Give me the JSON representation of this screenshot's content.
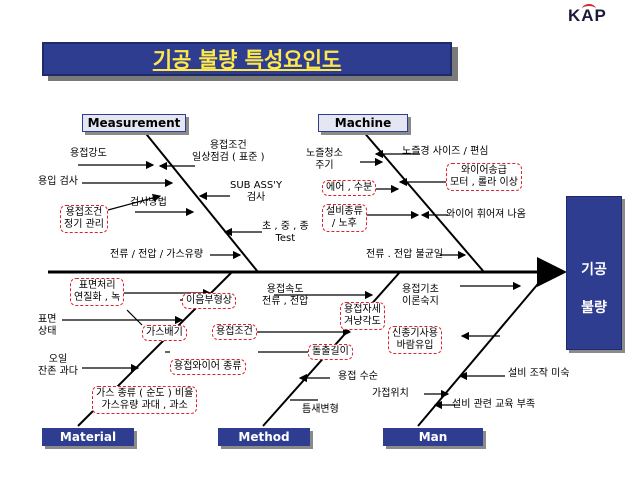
{
  "logo": {
    "text": "KAP"
  },
  "title": "기공 불량 특성요인도",
  "categories": {
    "measurement": "Measurement",
    "machine": "Machine",
    "material": "Material",
    "method": "Method",
    "man": "Man"
  },
  "effect": {
    "line1": "기공",
    "line2": "불량"
  },
  "measurement": {
    "c1": "용접강도",
    "c2_l1": "용접조건",
    "c2_l2": "일상점검 ( 표준 )",
    "c3": "용입 검사",
    "c4_l1": "SUB ASS'Y",
    "c4_l2": "검사",
    "c5": "검사방법",
    "c6_l1": "용접조건",
    "c6_l2": "정기 관리",
    "c7_l1": "초 , 중 , 종",
    "c7_l2": "Test",
    "c8": "전류 / 전압 / 가스유량"
  },
  "machine": {
    "c1_l1": "노즐청소",
    "c1_l2": "주기",
    "c2": "노즐경 사이즈 / 편심",
    "c3_l1": "와이어송급",
    "c3_l2": "모터 , 롤라 이상",
    "c4": "에어 , 수분",
    "c5_l1": "설비종류",
    "c5_l2": "/ 노후",
    "c6": "와이어 휘어져 나옴",
    "c7": "전류 . 전압 불균일"
  },
  "material": {
    "c1_l1": "표면처리",
    "c1_l2": "연질화 , 녹",
    "c2_l1": "표면",
    "c2_l2": "상태",
    "c3": "이음부형상",
    "c4": "가스배기",
    "c5_l1": "오일",
    "c5_l2": "잔존 과다",
    "c6": "용접와이어 종류",
    "c7_l1": "가스 종류 ( 순도 ) 비율",
    "c7_l2": "가스유량 과대 , 과소"
  },
  "method": {
    "c1_l1": "용접속도",
    "c1_l2": "전류 , 전압",
    "c2": "용접조건",
    "c3_l1": "용접자세",
    "c3_l2": "겨냥각도",
    "c4": "돌출길이",
    "c5": "용접 수순",
    "c6": "틈새변형"
  },
  "man": {
    "c1_l1": "용접기초",
    "c1_l2": "이론숙지",
    "c2_l1": "신종기사용",
    "c2_l2": "바람유입",
    "c3": "설비 조작 미숙",
    "c4": "가접위치",
    "c5": "설비 관련 교육 부족"
  }
}
